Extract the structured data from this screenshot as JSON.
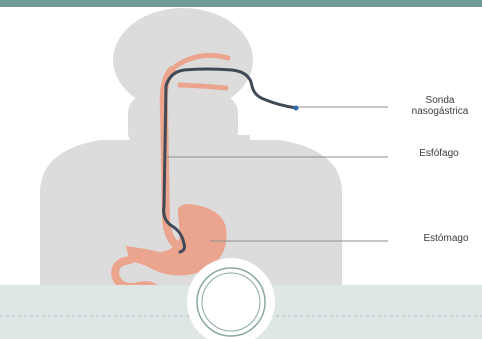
{
  "labels": {
    "sonda_line1": "Sonda",
    "sonda_line2": "nasogástrica",
    "esofago": "Esfófago",
    "estomago": "Estómago"
  },
  "colors": {
    "top_bar": "#6f9a96",
    "silhouette": "#dcdcdc",
    "organ": "#eba58f",
    "tube": "#3f4a56",
    "tube_tip": "#2f6fae",
    "footer": "#dfe7e6",
    "footer_line": "#a9c2bf",
    "ring": "#8aa8a4"
  },
  "icons": [
    "slide-ring-ornament"
  ]
}
